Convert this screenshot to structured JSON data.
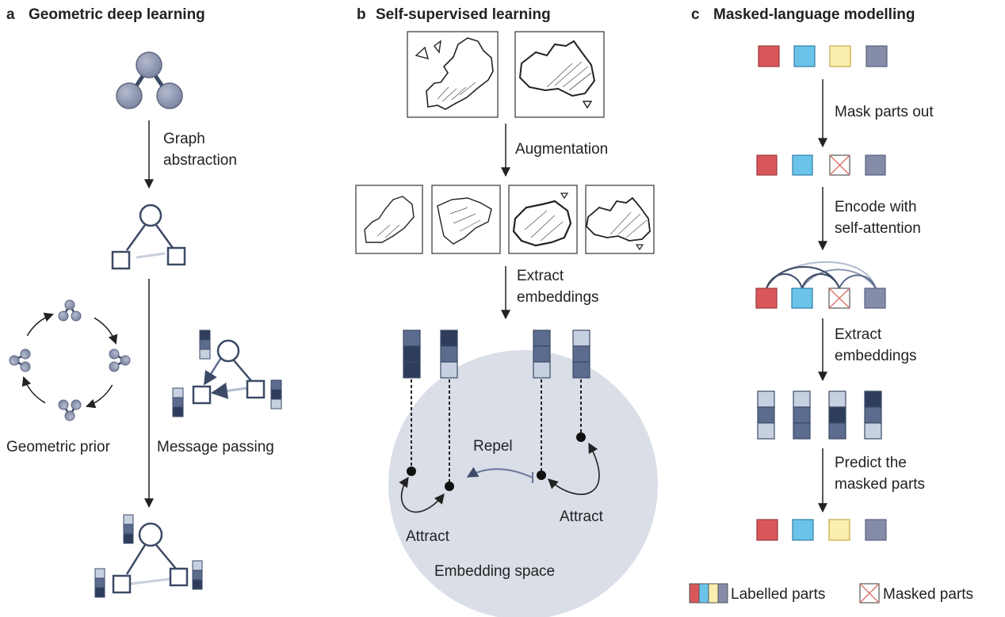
{
  "panel_a": {
    "letter": "a",
    "title": "Geometric deep learning",
    "graph_abstraction": [
      "Graph",
      "abstraction"
    ],
    "geometric_prior": "Geometric prior",
    "message_passing": "Message passing"
  },
  "panel_b": {
    "letter": "b",
    "title": "Self-supervised learning",
    "augmentation": "Augmentation",
    "extract_embeddings": [
      "Extract",
      "embeddings"
    ],
    "repel": "Repel",
    "attract_left": "Attract",
    "attract_right": "Attract",
    "embedding_space": "Embedding space"
  },
  "panel_c": {
    "letter": "c",
    "title": "Masked-language modelling",
    "mask_parts_out": "Mask parts out",
    "encode": [
      "Encode with",
      "self-attention"
    ],
    "extract_embeddings": [
      "Extract",
      "embeddings"
    ],
    "predict": [
      "Predict the",
      "masked parts"
    ],
    "legend_labelled": "Labelled parts",
    "legend_masked": "Masked parts"
  },
  "colors": {
    "token_red": "#d9575a",
    "token_blue": "#6cc3ea",
    "token_yellow": "#fbeeb0",
    "token_grey": "#848ca8",
    "node": "#8b93ac",
    "dark": "#3c4a66",
    "embed_dark": "#2e3d5c",
    "embed_mid": "#5b6c8f",
    "embed_light": "#c6d0e0",
    "space": "#d9dee7"
  }
}
